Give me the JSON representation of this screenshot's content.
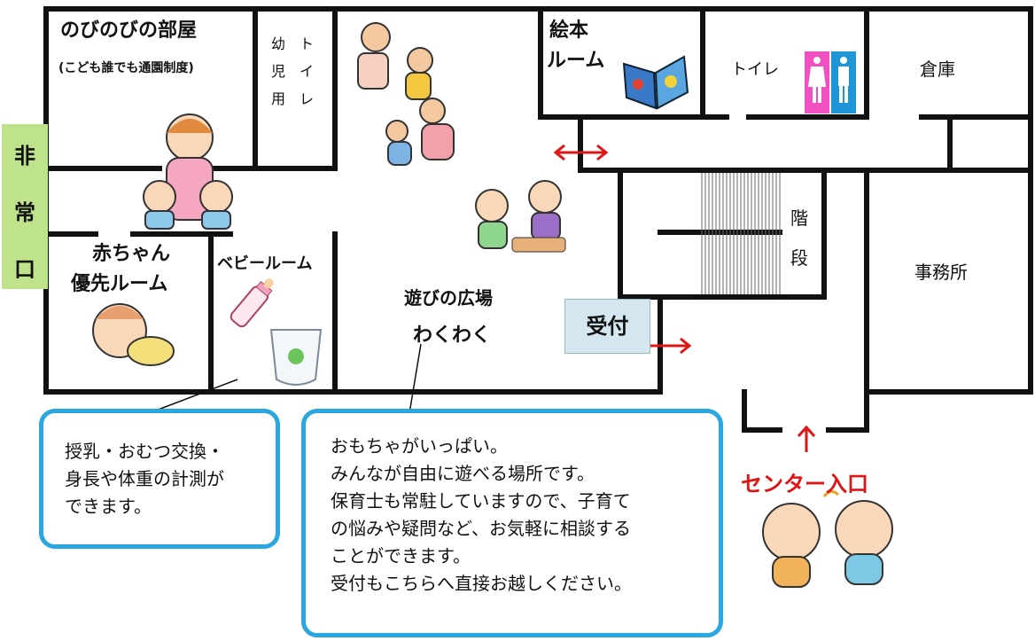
{
  "rooms": {
    "nobinobi_title": "のびのびの部屋",
    "nobinobi_note": "(こども誰でも通園制度)",
    "toddler_toilet": [
      "幼",
      "児",
      "用"
    ],
    "toddler_toilet_col2": [
      "ト",
      "イ",
      "レ"
    ],
    "ehon_line1": "絵本",
    "ehon_line2": "ルーム",
    "toilet": "トイレ",
    "storage": "倉庫",
    "stairs": [
      "階",
      "段"
    ],
    "office": "事務所",
    "emergency_exit": [
      "非",
      "常",
      "口"
    ],
    "baby_priority_line1": "赤ちゃん",
    "baby_priority_line2": "優先ルーム",
    "baby_room": "ベビールーム",
    "plaza_line1": "遊びの広場",
    "plaza_line2": "わくわく",
    "reception": "受付",
    "entrance": "センター入口"
  },
  "callouts": {
    "baby_room_lines": [
      "授乳・おむつ交換・",
      "身長や体重の計測が",
      "できます。"
    ],
    "plaza_lines": [
      "おもちゃがいっぱい。",
      "みんなが自由に遊べる場所です。",
      "保育士も常駐していますので、子育て",
      "の悩みや疑問など、お気軽に相談する",
      "ことができます。",
      "受付もこちらへ直接お越しください。"
    ]
  },
  "icons": [
    "toilet-sign-icon",
    "picture-book-icon",
    "baby-bottle-icon",
    "diaper-icon",
    "children-playing-illustration",
    "teacher-with-children-illustration",
    "crawling-baby-illustration",
    "two-babies-illustration"
  ],
  "colors": {
    "walls": "#111111",
    "arrows": "#e01414",
    "callout_border": "#2aa7e0",
    "emergency_bg": "#bfe28c",
    "reception_bg": "#d4e6ef",
    "female_sign": "#f050c0",
    "male_sign": "#1e96d8"
  }
}
